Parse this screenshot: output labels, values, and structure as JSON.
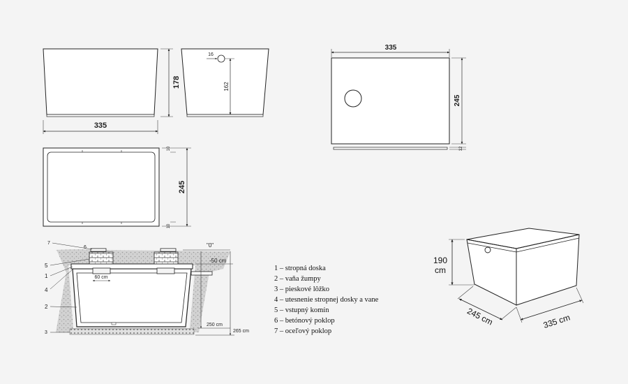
{
  "colors": {
    "background": "#f4f4f4",
    "line": "#222222",
    "soil": "#cfcfcf"
  },
  "front_view": {
    "width_label": "335",
    "height_label": "178"
  },
  "side_view": {
    "hole_label": "16",
    "height_label": "162"
  },
  "plan_view": {
    "width_label": "245",
    "top_offset_label": "10",
    "bottom_offset_label": "10"
  },
  "lid_view": {
    "width_label": "335",
    "height_label": "245",
    "thickness_label": "12"
  },
  "section": {
    "callouts": [
      "7",
      "5",
      "1",
      "4",
      "2",
      "3"
    ],
    "callout_6": "6",
    "ground_label": "\"0\"",
    "level_top": "-50 cm",
    "neck_width": "60 cm",
    "level_bottom": "250 cm",
    "level_total": "265 cm"
  },
  "legend": [
    "1 – stropná doska",
    "2 – vaňa žumpy",
    "3 – pieskové lôžko",
    "4 – utesnenie stropnej dosky a vane",
    "5 – vstupný komín",
    "6 – betónový poklop",
    "7 – oceľový poklop"
  ],
  "iso_view": {
    "height_value": "190",
    "height_unit": "cm",
    "depth_label": "245 cm",
    "length_label": "335 cm"
  }
}
